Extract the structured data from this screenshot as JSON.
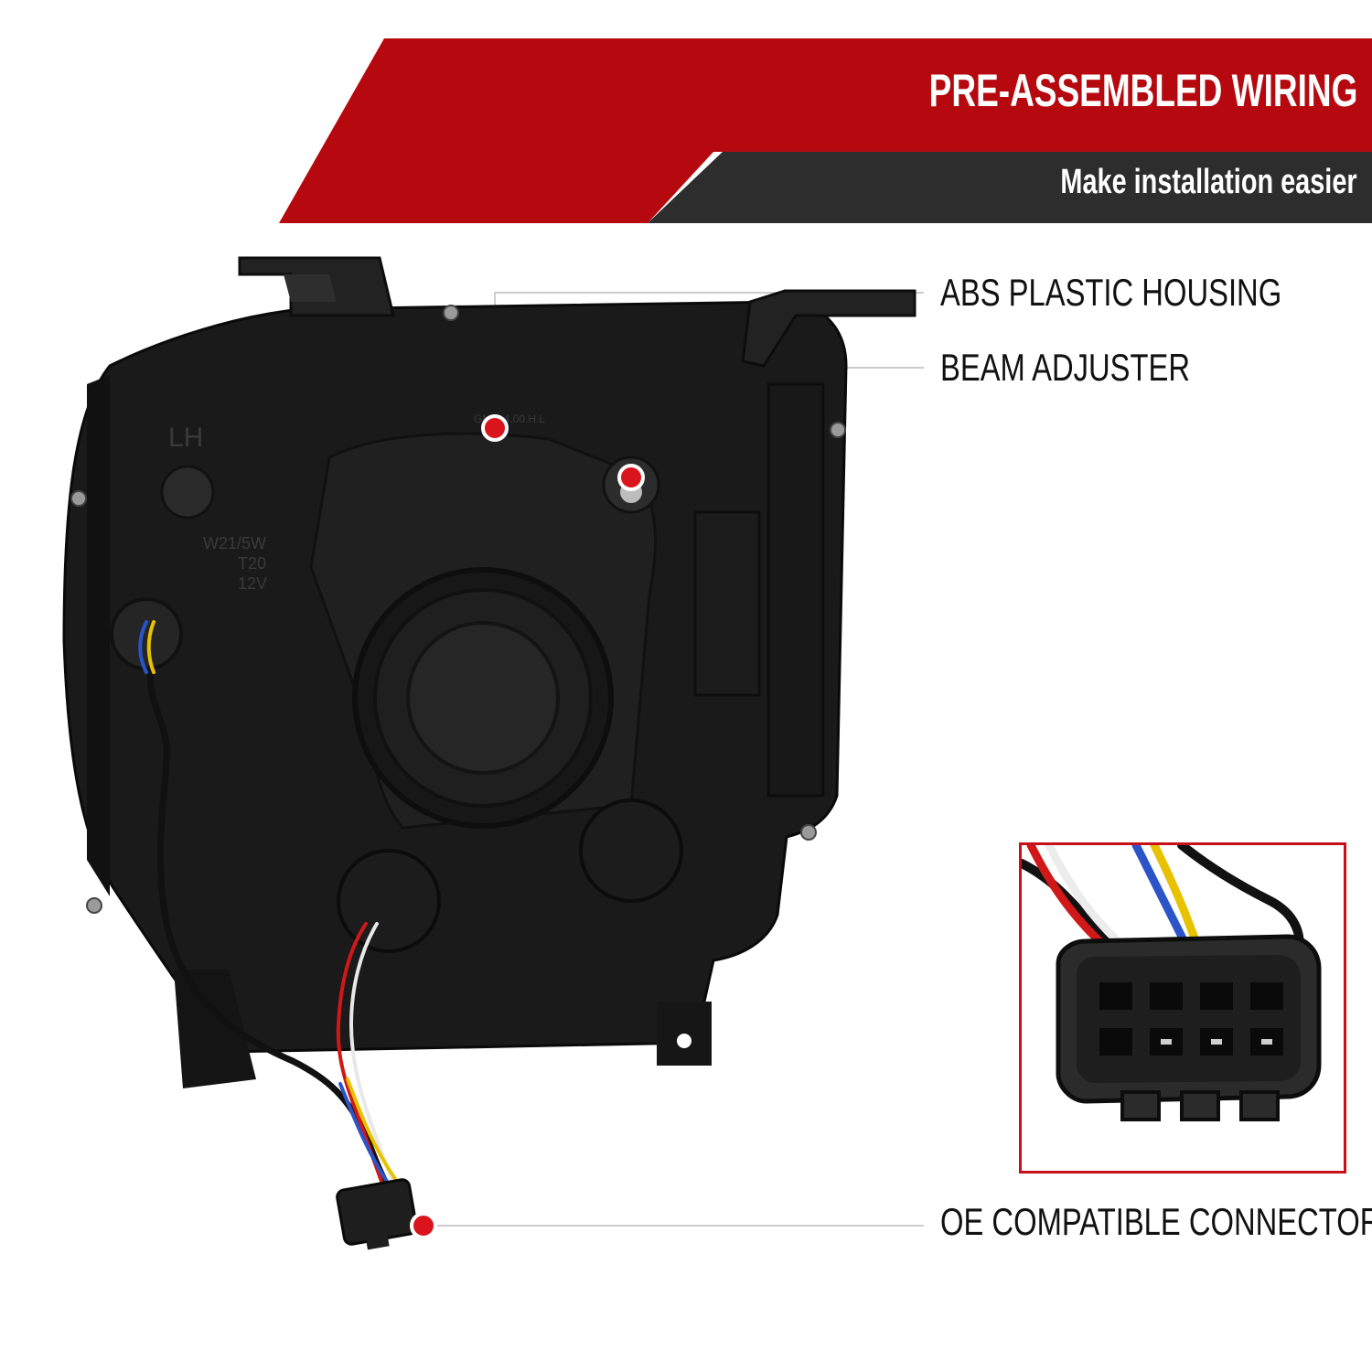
{
  "banner": {
    "title": "PRE-ASSEMBLED WIRING",
    "subtitle": "Make installation easier"
  },
  "callouts": {
    "housing": "ABS PLASTIC HOUSING",
    "beam": "BEAM ADJUSTER",
    "connector": "OE COMPATIBLE CONNECTOR"
  },
  "product": {
    "lh_marking": "LH",
    "bulb_marking": [
      "W21/5W",
      "T20",
      "12V"
    ],
    "part_marking": "GM214.00.H.L"
  },
  "colors": {
    "banner_red": "#b5090f",
    "banner_dark": "#2d2d2d",
    "accent_dot": "#d9141c",
    "inset_border": "#c8101a"
  }
}
